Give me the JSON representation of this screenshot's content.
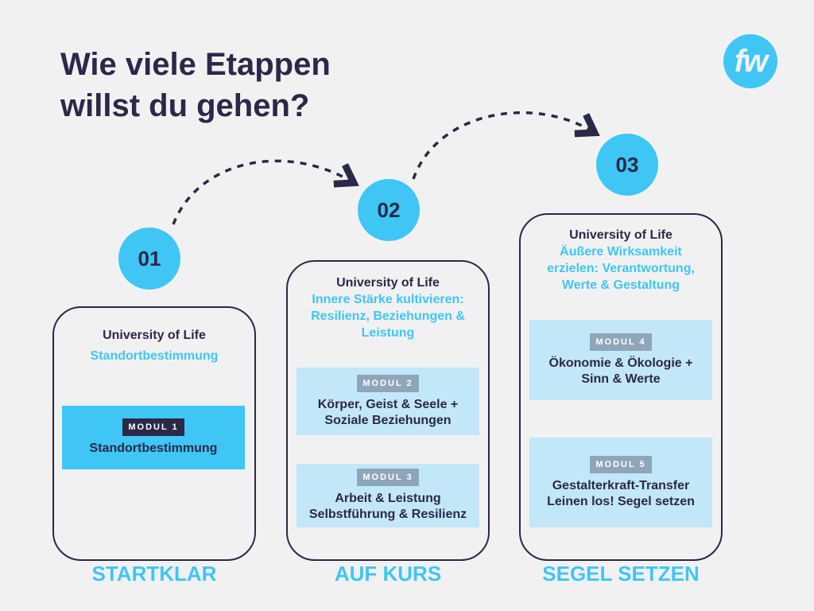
{
  "title": {
    "line1": "Wie viele Etappen",
    "line2": "willst du gehen?"
  },
  "logo": "fw",
  "stages": [
    {
      "number": "01",
      "org": "University of Life",
      "subtitle": "Standortbestimmung",
      "label": "STARTKLAR",
      "modules": [
        {
          "badge": "MODUL 1",
          "lines": [
            "Standortbestimmung"
          ]
        }
      ]
    },
    {
      "number": "02",
      "org": "University of Life",
      "subtitle": [
        "Innere Stärke kultivieren:",
        "Resilienz, Beziehungen &",
        "Leistung"
      ],
      "label": "AUF KURS",
      "modules": [
        {
          "badge": "MODUL 2",
          "lines": [
            "Körper, Geist & Seele +",
            "Soziale Beziehungen"
          ]
        },
        {
          "badge": "MODUL 3",
          "lines": [
            "Arbeit & Leistung",
            "Selbstführung & Resilienz"
          ]
        }
      ]
    },
    {
      "number": "03",
      "org": "University of Life",
      "subtitle": [
        "Äußere Wirksamkeit",
        "erzielen: Verantwortung,",
        "Werte & Gestaltung"
      ],
      "label": "SEGEL SETZEN",
      "modules": [
        {
          "badge": "MODUL 4",
          "lines": [
            "Ökonomie & Ökologie +",
            "Sinn & Werte"
          ]
        },
        {
          "badge": "MODUL 5",
          "lines": [
            "Gestalterkraft-Transfer",
            "Leinen los! Segel setzen"
          ]
        }
      ]
    }
  ],
  "colors": {
    "navy": "#2b2848",
    "cyan": "#3fc6f5",
    "light": "#c2e7f8",
    "badge": "#8ea6ba"
  }
}
